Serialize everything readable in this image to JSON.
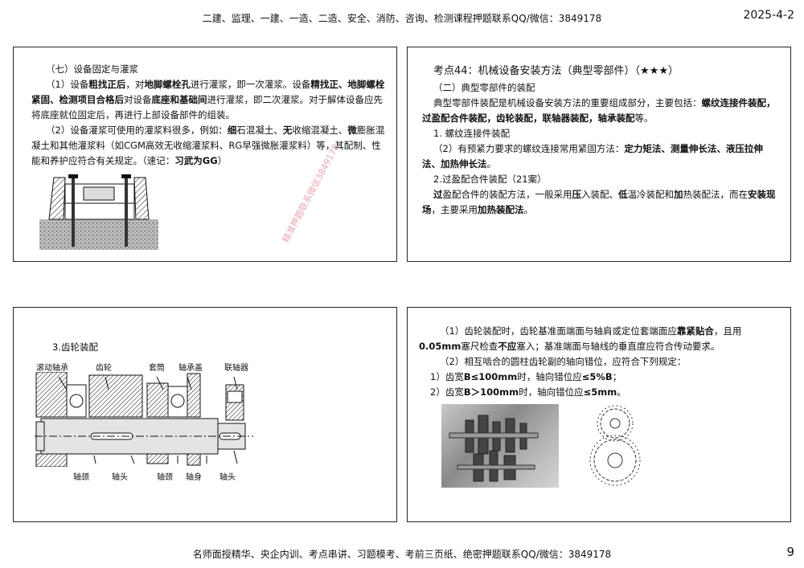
{
  "header": {
    "title": "二建、监理、一建、一造、二造、安全、消防、咨询、检测课程押题联系QQ/微信：3849178",
    "date": "2025-4-2"
  },
  "footer": {
    "text": "名师面授精华、央企内训、考点串讲、习题模考、考前三页纸、绝密押题联系QQ/微信：3849178",
    "page": "9"
  },
  "watermark": "精准押题联系微信3849178",
  "p1": {
    "heading": "（七）设备固定与灌浆",
    "para1": [
      {
        "t": "（1）设备"
      },
      {
        "t": "粗找正后",
        "b": true
      },
      {
        "t": "，对"
      },
      {
        "t": "地脚螺栓孔",
        "b": true
      },
      {
        "t": "进行灌浆，即一次灌浆。设备"
      },
      {
        "t": "精找正、地脚螺栓紧固、检测项目合格后",
        "b": true
      },
      {
        "t": "对设备"
      },
      {
        "t": "底座和基础间",
        "b": true
      },
      {
        "t": "进行灌浆，即二次灌浆。对于解体设备应先将底座就位固定后，再进行上部设备部件的组装。"
      }
    ],
    "para2": [
      {
        "t": "（2）设备灌浆可使用的灌浆料很多，例如："
      },
      {
        "t": "细",
        "b": true
      },
      {
        "t": "石混凝土、"
      },
      {
        "t": "无",
        "b": true
      },
      {
        "t": "收缩混凝土、"
      },
      {
        "t": "微",
        "b": true
      },
      {
        "t": "膨胀混凝土和其他灌浆料（如CGM高效无收缩灌浆料、RG早强微胀灌浆料）等，其配制、性能和养护应符合有关规定。"
      },
      {
        "t": "（速记："
      },
      {
        "t": "习武为GG",
        "b": true
      },
      {
        "t": "）"
      }
    ]
  },
  "p2": {
    "title": "考点44：机械设备安装方法（典型零部件）（★★★）",
    "sub": "（二）典型零部件的装配",
    "para1": [
      {
        "t": "典型零部件装配是机械设备安装方法的重要组成部分，主要包括："
      },
      {
        "t": "螺纹连接件装配，过盈配合件装配，齿轮装配，联轴器装配，轴承装配",
        "b": true
      },
      {
        "t": "等。"
      }
    ],
    "item1": "1. 螺纹连接件装配",
    "para2": [
      {
        "t": "（2）有预紧力要求的螺纹连接常用紧固方法："
      },
      {
        "t": "定力矩法、测量伸长法、液压拉伸法、加热伸长法",
        "b": true
      },
      {
        "t": "。"
      }
    ],
    "item2": "2.过盈配合件装配（21案）",
    "para3": [
      {
        "t": "过",
        "b": true
      },
      {
        "t": "盈配合件的装配方法，一般采用"
      },
      {
        "t": "压",
        "b": true
      },
      {
        "t": "入装配、"
      },
      {
        "t": "低",
        "b": true
      },
      {
        "t": "温冷装配和"
      },
      {
        "t": "加",
        "b": true
      },
      {
        "t": "热装配法，而在"
      },
      {
        "t": "安装现场",
        "b": true
      },
      {
        "t": "，主要采用"
      },
      {
        "t": "加热装配法",
        "b": true
      },
      {
        "t": "。"
      }
    ]
  },
  "p3": {
    "heading": "3.齿轮装配",
    "labels": {
      "l1": "滚动轴承",
      "l2": "齿轮",
      "l3": "套筒",
      "l4": "轴承盖",
      "l5": "联轴器",
      "b1": "轴颈",
      "b2": "轴头",
      "b3": "轴颈",
      "b4": "轴身",
      "b5": "轴头"
    }
  },
  "p4": {
    "para1": [
      {
        "t": "（1）齿轮装配时，齿轮基准面端面与轴肩或定位套端面应"
      },
      {
        "t": "靠紧贴合",
        "b": true
      },
      {
        "t": "，且用"
      },
      {
        "t": "0.05mm",
        "b": true
      },
      {
        "t": "塞尺检查"
      },
      {
        "t": "不应",
        "b": true
      },
      {
        "t": "塞入；基准端面与轴线的垂直度应符合传动要求。"
      }
    ],
    "para2": "（2）相互啮合的圆柱齿轮副的轴向错位，应符合下列规定：",
    "line1": [
      {
        "t": "1）齿宽"
      },
      {
        "t": "B≤100mm",
        "b": true
      },
      {
        "t": "时，轴向错位应"
      },
      {
        "t": "≤5%B",
        "b": true
      },
      {
        "t": "；"
      }
    ],
    "line2": [
      {
        "t": "2）齿宽"
      },
      {
        "t": "B＞100mm",
        "b": true
      },
      {
        "t": "时，轴向错位应"
      },
      {
        "t": "≤5mm",
        "b": true
      },
      {
        "t": "。"
      }
    ]
  }
}
